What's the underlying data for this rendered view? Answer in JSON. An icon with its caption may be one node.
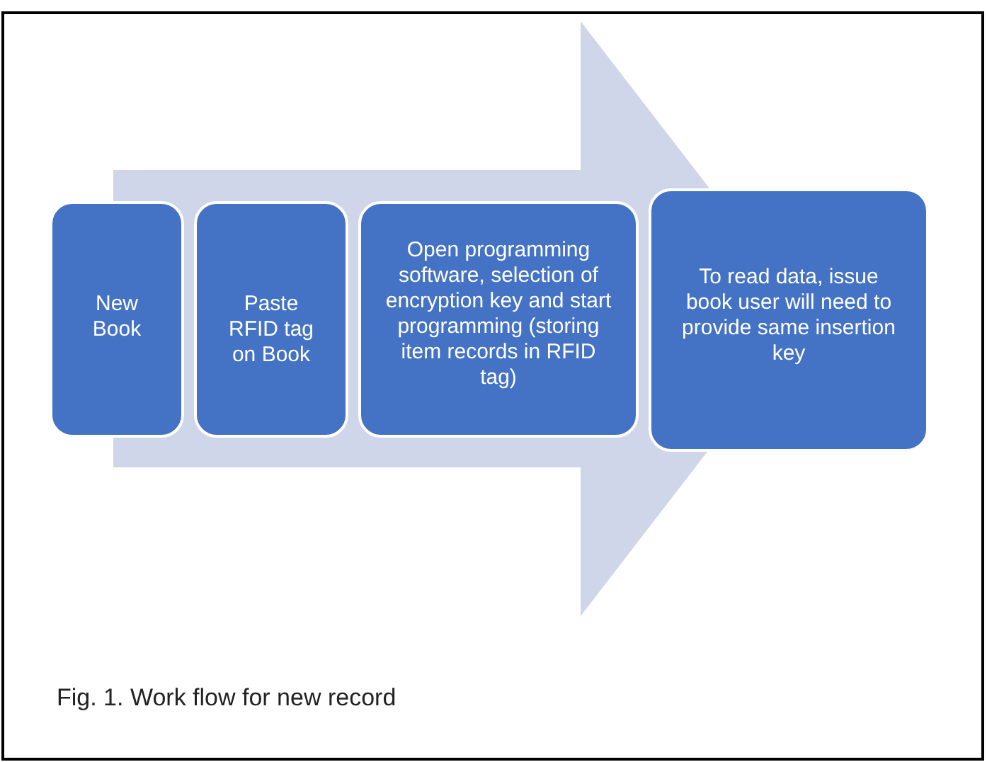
{
  "diagram": {
    "caption": "Fig.  1. Work flow for new record",
    "nodes": [
      {
        "text": [
          "New Book"
        ]
      },
      {
        "text": [
          "Paste RFID tag on Book"
        ]
      },
      {
        "text": [
          "Open programming software, selection of encryption key and start programming (storing item records in RFID tag)"
        ]
      },
      {
        "text": [
          "To read data, issue book user will need to provide same insertion key"
        ]
      }
    ],
    "edges": [
      {
        "from": 0,
        "to": 3,
        "arrow": "to"
      }
    ]
  }
}
